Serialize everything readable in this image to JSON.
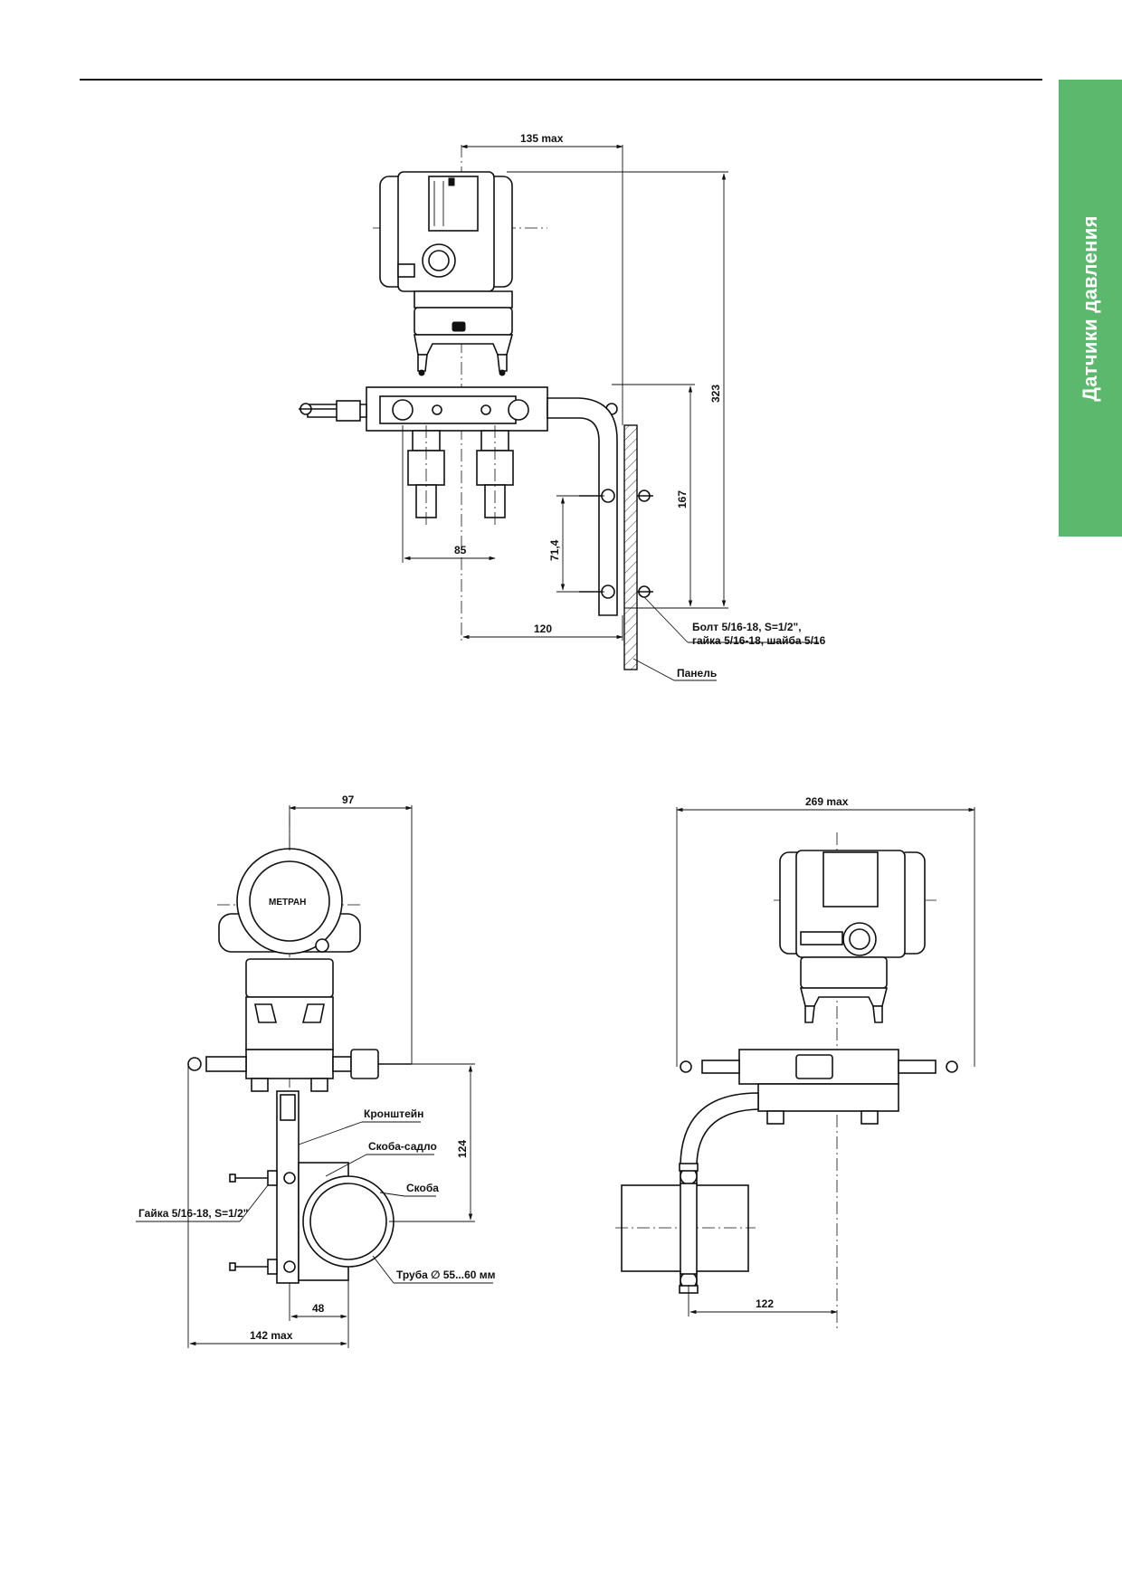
{
  "side_tab": {
    "label": "Датчики давления",
    "color": "#5cb86c"
  },
  "drawing_top": {
    "dim_135": "135 max",
    "dim_323": "323",
    "dim_167": "167",
    "dim_71": "71,4",
    "dim_85": "85",
    "dim_120": "120",
    "callout_bolt_line1": "Болт 5/16-18, S=1/2\",",
    "callout_bolt_line2": "гайка 5/16-18, шайба 5/16",
    "callout_panel": "Панель"
  },
  "drawing_left": {
    "dim_97": "97",
    "dim_124": "124",
    "dim_48": "48",
    "dim_142": "142 max",
    "logo": "МЕТРАН",
    "callout_bracket": "Кронштейн",
    "callout_saddle": "Скоба-садло",
    "callout_clamp": "Скоба",
    "callout_nut": "Гайка 5/16-18, S=1/2\"",
    "callout_pipe": "Труба ∅ 55...60 мм"
  },
  "drawing_right": {
    "dim_269": "269 max",
    "dim_122": "122"
  }
}
